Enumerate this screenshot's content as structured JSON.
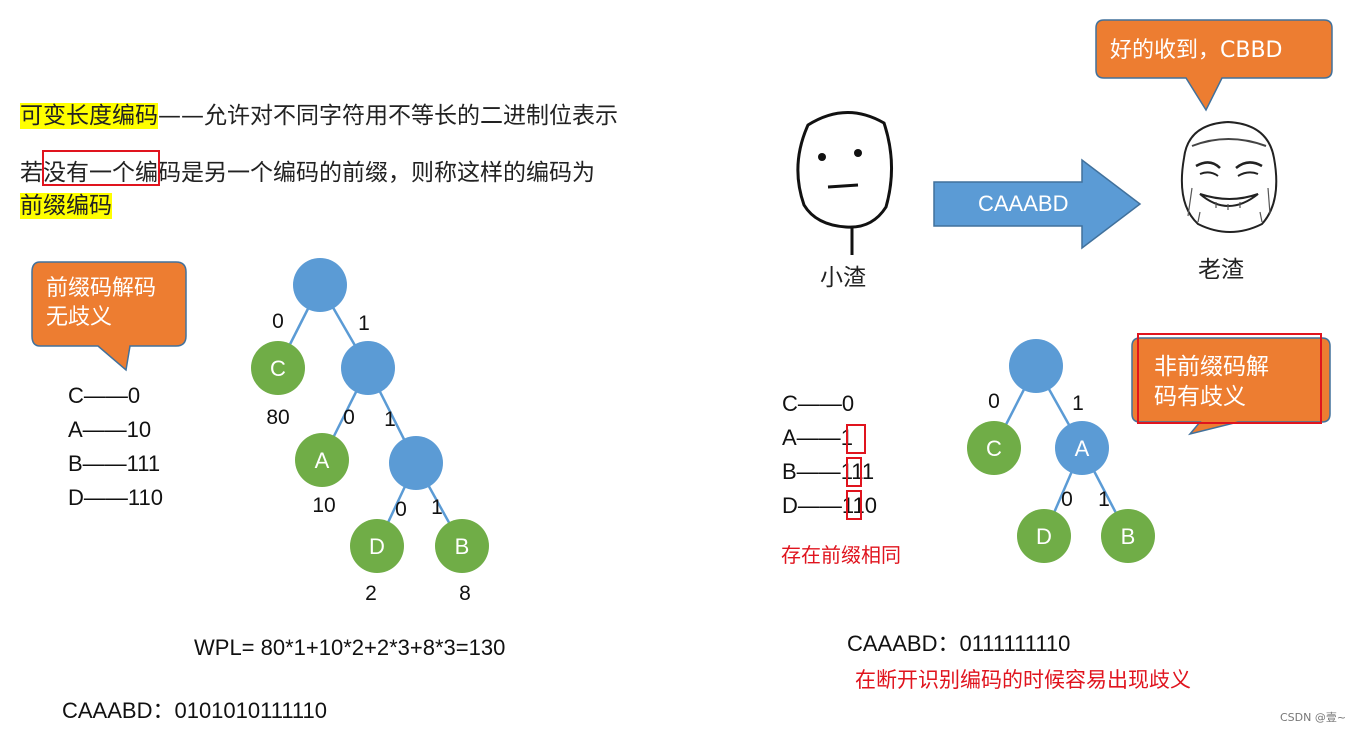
{
  "colors": {
    "highlight": "#ffff00",
    "bubble_orange": "#ed7d31",
    "node_blue": "#5b9bd5",
    "node_green": "#70ad47",
    "edge_blue": "#5b9bd5",
    "arrow_blue": "#5b9bd5",
    "red": "#e0141e"
  },
  "left": {
    "definition": {
      "term": "可变长度编码",
      "rest": "——允许对不同字符用不等长的二进制位表示"
    },
    "prefix_def": {
      "part1": "若",
      "boxed": "没有一个",
      "part2": "编码是另一个编码的前缀，则称这样的编码为",
      "term": "前缀编码"
    },
    "bubble": "前缀码解码无歧义",
    "codes": [
      "C——0",
      "A——10",
      "B——111",
      "D——110"
    ],
    "tree": {
      "nodes": [
        "",
        "",
        "",
        "C",
        "A",
        "D",
        "B"
      ],
      "edge_labels": [
        "0",
        "1",
        "0",
        "1",
        "0",
        "1"
      ],
      "weights": [
        "80",
        "10",
        "2",
        "8"
      ]
    },
    "wpl": "WPL= 80*1+10*2+2*3+8*3=130",
    "encoding": "CAAABD：0101010111110"
  },
  "right": {
    "bubble_top": "好的收到，CBBD",
    "arrow_text": "CAAABD",
    "person_left": "小渣",
    "person_right": "老渣",
    "bubble_mid": "非前缀码解码有歧义",
    "codes": [
      {
        "prefix": "C——",
        "first": "0",
        "rest": ""
      },
      {
        "prefix": "A——",
        "first": "1",
        "rest": ""
      },
      {
        "prefix": "B——",
        "first": "1",
        "rest": "11"
      },
      {
        "prefix": "D——",
        "first": "1",
        "rest": "10"
      }
    ],
    "prefix_note": "存在前缀相同",
    "tree": {
      "nodes": [
        "",
        "C",
        "A",
        "D",
        "B"
      ],
      "edge_labels": [
        "0",
        "1",
        "0",
        "1"
      ]
    },
    "encoding": "CAAABD：0111111110",
    "ambiguity_note": "在断开识别编码的时候容易出现歧义"
  },
  "footer": "CSDN @壹~"
}
